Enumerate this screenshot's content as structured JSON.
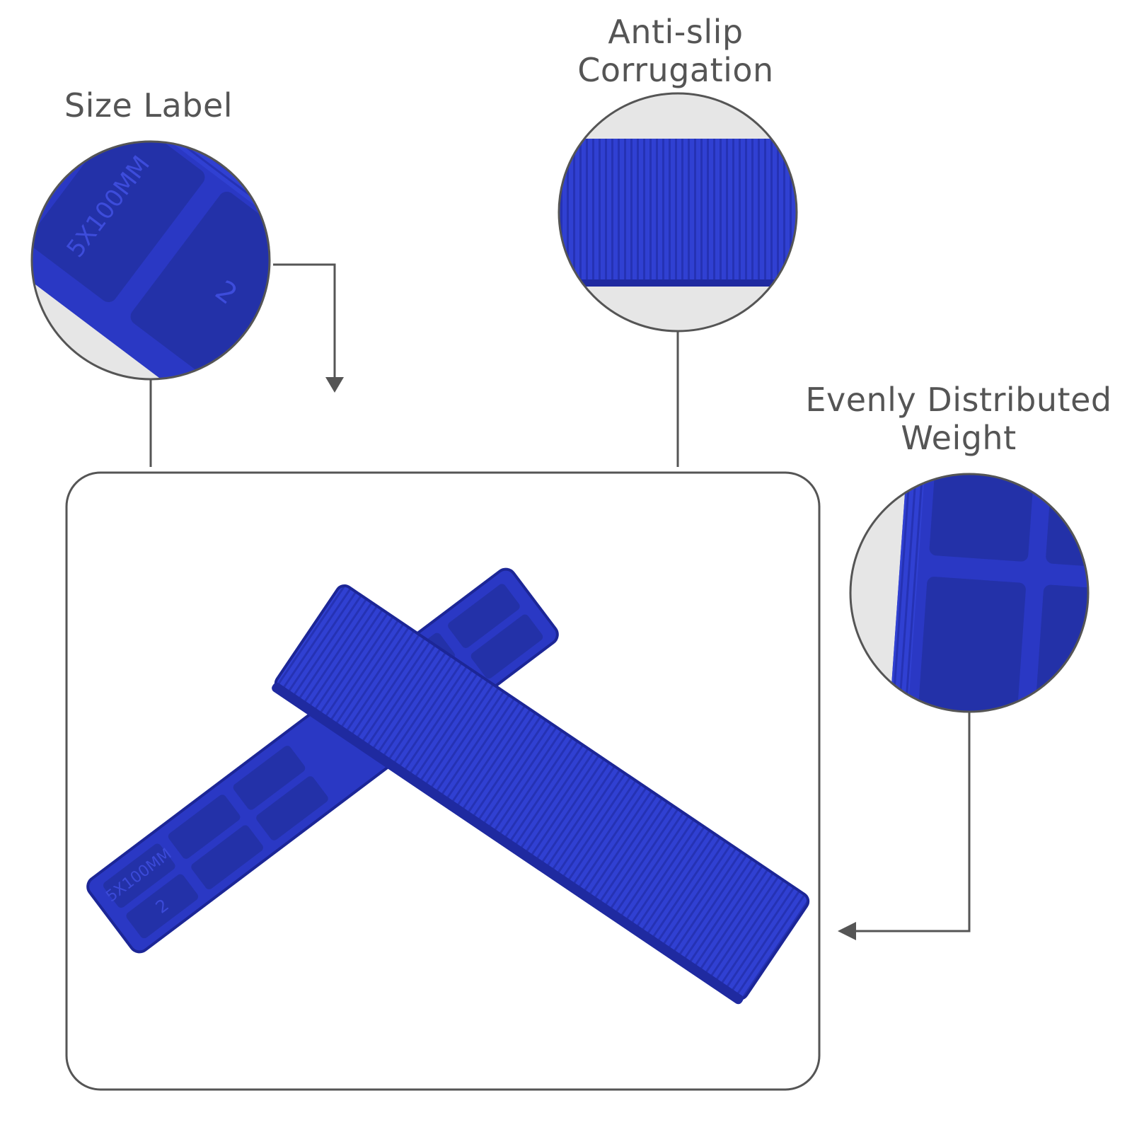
{
  "callouts": {
    "size_label": {
      "title": "Size Label"
    },
    "anti_slip": {
      "line1": "Anti-slip",
      "line2": "Corrugation"
    },
    "even_weight": {
      "line1": "Evenly Distributed",
      "line2": "Weight"
    }
  },
  "product": {
    "imprint_size": "5X100MM",
    "imprint_number": "2"
  },
  "colors": {
    "shim_blue": "#2f3fcf",
    "shim_dark": "#1f2aa0",
    "line": "#555555",
    "circle_bg": "#e6e6e6"
  }
}
